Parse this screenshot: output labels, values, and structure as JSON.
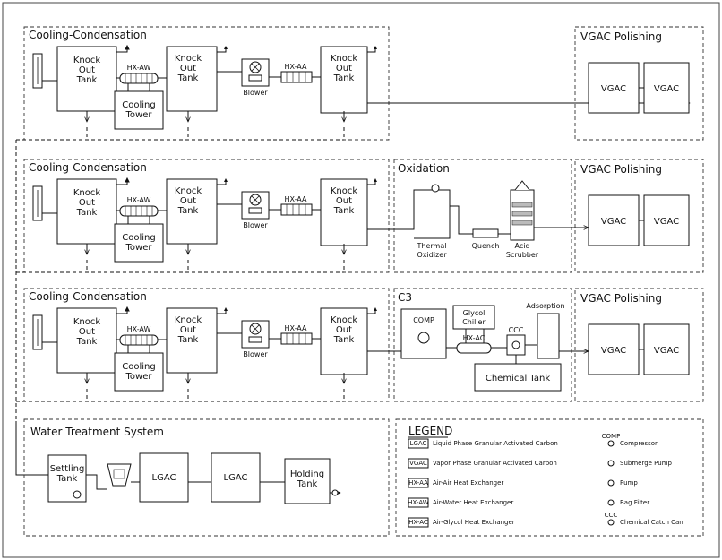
{
  "rows": [
    {
      "section": "Cooling-Condensation",
      "kot1": [
        "Knock",
        "Out",
        "Tank"
      ],
      "tower": [
        "Cooling",
        "Tower"
      ],
      "hxaw": "HX-AW",
      "kot2": [
        "Knock",
        "Out",
        "Tank"
      ],
      "blower": "Blower",
      "hxaa": "HX-AA",
      "kot3": [
        "Knock",
        "Out",
        "Tank"
      ]
    },
    {
      "section": "Cooling-Condensation",
      "kot1": [
        "Knock",
        "Out",
        "Tank"
      ],
      "tower": [
        "Cooling",
        "Tower"
      ],
      "hxaw": "HX-AW",
      "kot2": [
        "Knock",
        "Out",
        "Tank"
      ],
      "blower": "Blower",
      "hxaa": "HX-AA",
      "kot3": [
        "Knock",
        "Out",
        "Tank"
      ]
    },
    {
      "section": "Cooling-Condensation",
      "kot1": [
        "Knock",
        "Out",
        "Tank"
      ],
      "tower": [
        "Cooling",
        "Tower"
      ],
      "hxaw": "HX-AW",
      "kot2": [
        "Knock",
        "Out",
        "Tank"
      ],
      "blower": "Blower",
      "hxaa": "HX-AA",
      "kot3": [
        "Knock",
        "Out",
        "Tank"
      ]
    }
  ],
  "vgac_sections": [
    {
      "title": "VGAC Polishing",
      "unit_a": "VGAC",
      "unit_b": "VGAC"
    },
    {
      "title": "VGAC Polishing",
      "unit_a": "VGAC",
      "unit_b": "VGAC"
    },
    {
      "title": "VGAC Polishing",
      "unit_a": "VGAC",
      "unit_b": "VGAC"
    }
  ],
  "oxidation": {
    "title": "Oxidation",
    "thermal": [
      "Thermal",
      "Oxidizer"
    ],
    "quench": "Quench",
    "scrubber": [
      "Acid",
      "Scrubber"
    ]
  },
  "c3": {
    "title": "C3",
    "comp": "COMP",
    "glycol": [
      "Glycol",
      "Chiller"
    ],
    "hxac": "HX-AC",
    "ccc": "CCC",
    "adsorption": "Adsorption",
    "chemical_tank": "Chemical Tank"
  },
  "water": {
    "title": "Water Treatment System",
    "settling": [
      "Settling",
      "Tank"
    ],
    "lgac_a": "LGAC",
    "lgac_b": "LGAC",
    "holding": [
      "Holding",
      "Tank"
    ]
  },
  "legend": {
    "title": "LEGEND",
    "left": [
      {
        "sym": "LGAC",
        "text": "Liquid Phase Granular Activated Carbon"
      },
      {
        "sym": "VGAC",
        "text": "Vapor Phase Granular Activated Carbon"
      },
      {
        "sym": "HX-AA",
        "text": "Air-Air Heat Exchanger"
      },
      {
        "sym": "HX-AW",
        "text": "Air-Water Heat Exchanger"
      },
      {
        "sym": "HX-AC",
        "text": "Air-Glycol Heat Exchanger"
      }
    ],
    "right": [
      {
        "sym": "COMP",
        "text": "Compressor"
      },
      {
        "sym": "",
        "text": "Submerge Pump"
      },
      {
        "sym": "",
        "text": "Pump"
      },
      {
        "sym": "",
        "text": "Bag Filter"
      },
      {
        "sym": "CCC",
        "text": "Chemical Catch Can"
      }
    ]
  }
}
